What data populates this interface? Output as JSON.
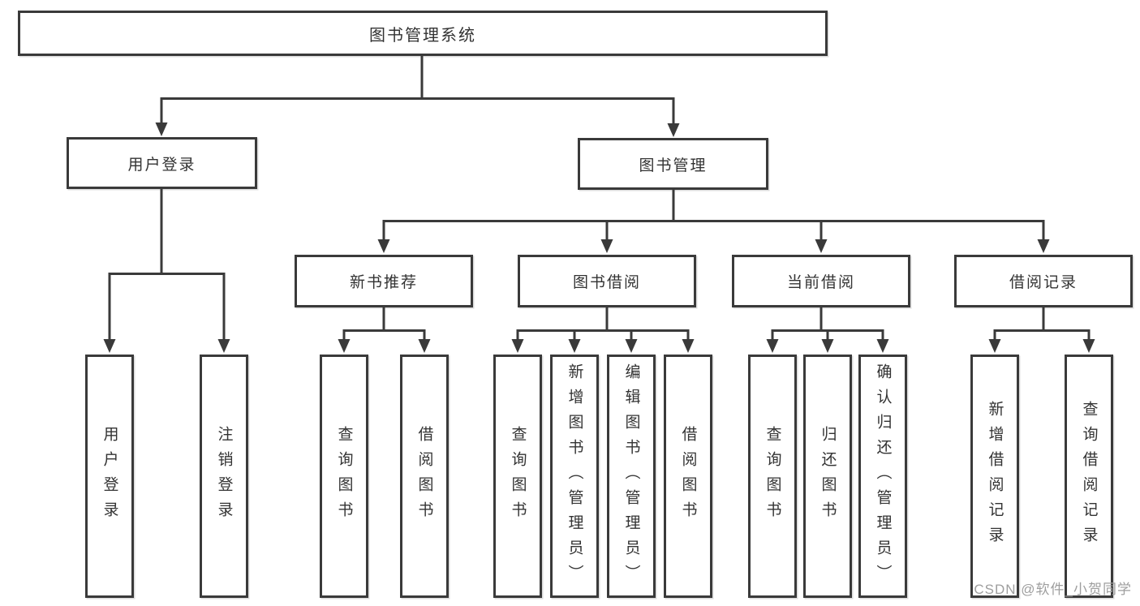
{
  "tree": {
    "root": "图书管理系统",
    "user_login": {
      "label": "用户登录",
      "children": [
        "用户登录",
        "注销登录"
      ]
    },
    "book_mgmt": {
      "label": "图书管理",
      "sections": {
        "new_books": {
          "label": "新书推荐",
          "children": [
            "查询图书",
            "借阅图书"
          ]
        },
        "book_borrow": {
          "label": "图书借阅",
          "children": [
            "查询图书",
            "新增图书（管理员）",
            "编辑图书（管理员）",
            "借阅图书"
          ]
        },
        "current_borrow": {
          "label": "当前借阅",
          "children": [
            "查询图书",
            "归还图书",
            "确认归还（管理员）"
          ]
        },
        "borrow_records": {
          "label": "借阅记录",
          "children": [
            "新增借阅记录",
            "查询借阅记录"
          ]
        }
      }
    }
  },
  "watermark": "CSDN @软件_小贺同学",
  "colors": {
    "line": "#3a3a3a",
    "text": "#333333",
    "watermark": "#9e9e9e"
  }
}
